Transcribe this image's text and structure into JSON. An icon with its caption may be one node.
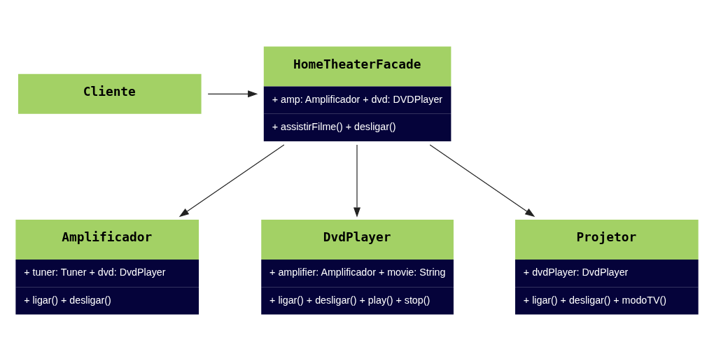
{
  "diagram": {
    "nodes": [
      {
        "text": [
          "Cliente"
        ]
      },
      {
        "text": [
          "HomeTheaterFacade",
          "+ amp: Amplificador + dvd: DVDPlayer",
          "+ assistirFilme() + desligar()"
        ]
      },
      {
        "text": [
          "Amplificador",
          "+ tuner: Tuner + dvd: DvdPlayer",
          "+ ligar() + desligar()"
        ]
      },
      {
        "text": [
          "DvdPlayer",
          "+ amplifier: Amplificador + movie: String",
          "+ ligar() + desligar() + play() + stop()"
        ]
      },
      {
        "text": [
          "Projetor",
          "+ dvdPlayer: DvdPlayer",
          "+ ligar() + desligar() + modoTV()"
        ]
      }
    ],
    "edges": [
      {
        "from": 0,
        "to": 1,
        "arrow": "to"
      },
      {
        "from": 1,
        "to": 2,
        "arrow": "to"
      },
      {
        "from": 1,
        "to": 3,
        "arrow": "to"
      },
      {
        "from": 1,
        "to": 4,
        "arrow": "to"
      }
    ]
  }
}
